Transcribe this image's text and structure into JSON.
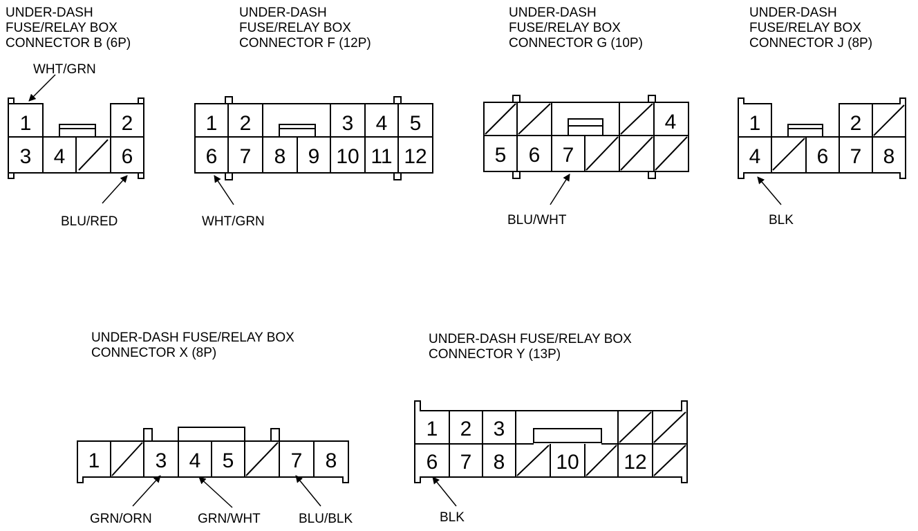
{
  "connectors": [
    {
      "id": "B",
      "title": [
        "UNDER-DASH",
        "FUSE/RELAY BOX",
        "CONNECTOR B (6P)"
      ],
      "top_row": [
        {
          "label": "1",
          "empty": false
        },
        {
          "label": "",
          "empty": false,
          "gap": true
        },
        {
          "label": "2",
          "empty": false
        }
      ],
      "bottom_row": [
        {
          "label": "3",
          "empty": false
        },
        {
          "label": "4",
          "empty": false
        },
        {
          "label": "",
          "empty": true
        },
        {
          "label": "6",
          "empty": false
        }
      ],
      "wires": [
        {
          "pin": "1",
          "label": "WHT/GRN"
        },
        {
          "pin": "6",
          "label": "BLU/RED"
        }
      ]
    },
    {
      "id": "F",
      "title": [
        "UNDER-DASH",
        "FUSE/RELAY BOX",
        "CONNECTOR F (12P)"
      ],
      "top_row": [
        "1",
        "2",
        "",
        "",
        "3",
        "4",
        "5"
      ],
      "bottom_row": [
        "6",
        "7",
        "8",
        "9",
        "10",
        "11",
        "12"
      ],
      "wires": [
        {
          "pin": "6",
          "label": "WHT/GRN"
        }
      ]
    },
    {
      "id": "G",
      "title": [
        "UNDER-DASH",
        "FUSE/RELAY BOX",
        "CONNECTOR G (10P)"
      ],
      "top_row": [
        "",
        "",
        "",
        "",
        "",
        "4"
      ],
      "bottom_row": [
        "5",
        "6",
        "7",
        "",
        "",
        ""
      ],
      "wires": [
        {
          "pin": "7",
          "label": "BLU/WHT"
        }
      ]
    },
    {
      "id": "J",
      "title": [
        "UNDER-DASH",
        "FUSE/RELAY BOX",
        "CONNECTOR J (8P)"
      ],
      "top_row": [
        "1",
        "",
        "",
        "2",
        ""
      ],
      "bottom_row": [
        "4",
        "",
        "6",
        "7",
        "8"
      ],
      "wires": [
        {
          "pin": "4",
          "label": "BLK"
        }
      ]
    },
    {
      "id": "X",
      "title": [
        "UNDER-DASH FUSE/RELAY BOX",
        "CONNECTOR X (8P)"
      ],
      "row": [
        "1",
        "",
        "3",
        "4",
        "5",
        "",
        "7",
        "8"
      ],
      "wires": [
        {
          "pin": "3",
          "label": "GRN/ORN"
        },
        {
          "pin": "4",
          "label": "GRN/WHT"
        },
        {
          "pin": "7",
          "label": "BLU/BLK"
        }
      ]
    },
    {
      "id": "Y",
      "title": [
        "UNDER-DASH FUSE/RELAY BOX",
        "CONNECTOR Y (13P)"
      ],
      "top_row": [
        "1",
        "2",
        "3",
        "",
        "",
        "",
        ""
      ],
      "bottom_row": [
        "6",
        "7",
        "8",
        "",
        "10",
        "",
        "12",
        ""
      ],
      "wires": [
        {
          "pin": "6",
          "label": "BLK"
        }
      ]
    }
  ]
}
